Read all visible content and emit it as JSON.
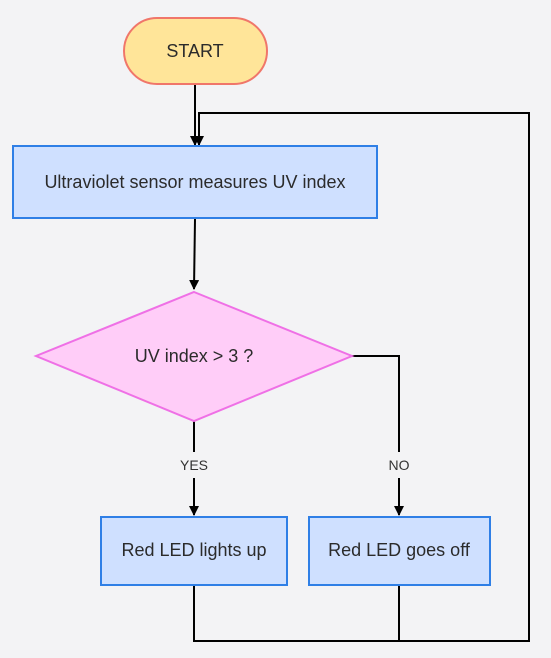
{
  "diagram": {
    "nodes": {
      "start": {
        "label": "START",
        "shape": "terminator",
        "fill": "#ffe599",
        "stroke": "#f0766a"
      },
      "measure": {
        "label": "Ultraviolet sensor measures UV index",
        "shape": "process",
        "fill": "#cfe0ff",
        "stroke": "#2f7fe6"
      },
      "decision": {
        "label": "UV index > 3 ?",
        "shape": "decision",
        "fill": "#ffcdf8",
        "stroke": "#ef70e6"
      },
      "led_on": {
        "label": "Red LED lights up",
        "shape": "process",
        "fill": "#cfe0ff",
        "stroke": "#2f7fe6"
      },
      "led_off": {
        "label": "Red LED goes off",
        "shape": "process",
        "fill": "#cfe0ff",
        "stroke": "#2f7fe6"
      }
    },
    "edges": {
      "yes": {
        "label": "YES"
      },
      "no": {
        "label": "NO"
      }
    },
    "connector_color": "#000000"
  }
}
